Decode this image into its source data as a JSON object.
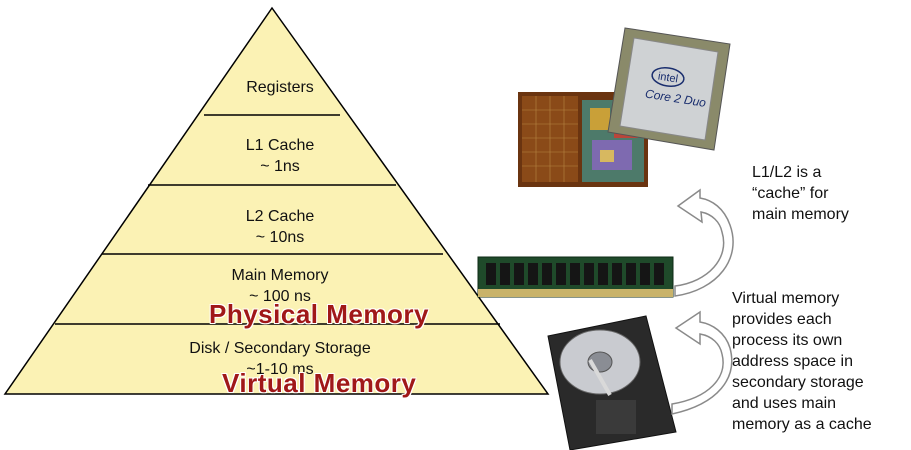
{
  "pyramid": {
    "fill": "#fbf2b4",
    "stroke": "#000000",
    "tiers": [
      {
        "line1": "Registers",
        "line2": ""
      },
      {
        "line1": "L1 Cache",
        "line2": "~ 1ns"
      },
      {
        "line1": "L2 Cache",
        "line2": "~ 10ns"
      },
      {
        "line1": "Main Memory",
        "line2": "~ 100 ns"
      },
      {
        "line1": "Disk / Secondary Storage",
        "line2": "~1-10 ms"
      }
    ]
  },
  "overlays": {
    "physical": "Physical Memory",
    "virtual": "Virtual Memory",
    "color": "#a01818"
  },
  "notes": {
    "cache": "L1/L2 is a\n“cache” for\nmain memory",
    "virtual": "Virtual memory\nprovides each\nprocess its own\naddress space in\nsecondary storage\nand uses main\nmemory as a cache"
  },
  "cpu_chip_text": {
    "brand": "intel",
    "model": "Core 2 Duo"
  }
}
